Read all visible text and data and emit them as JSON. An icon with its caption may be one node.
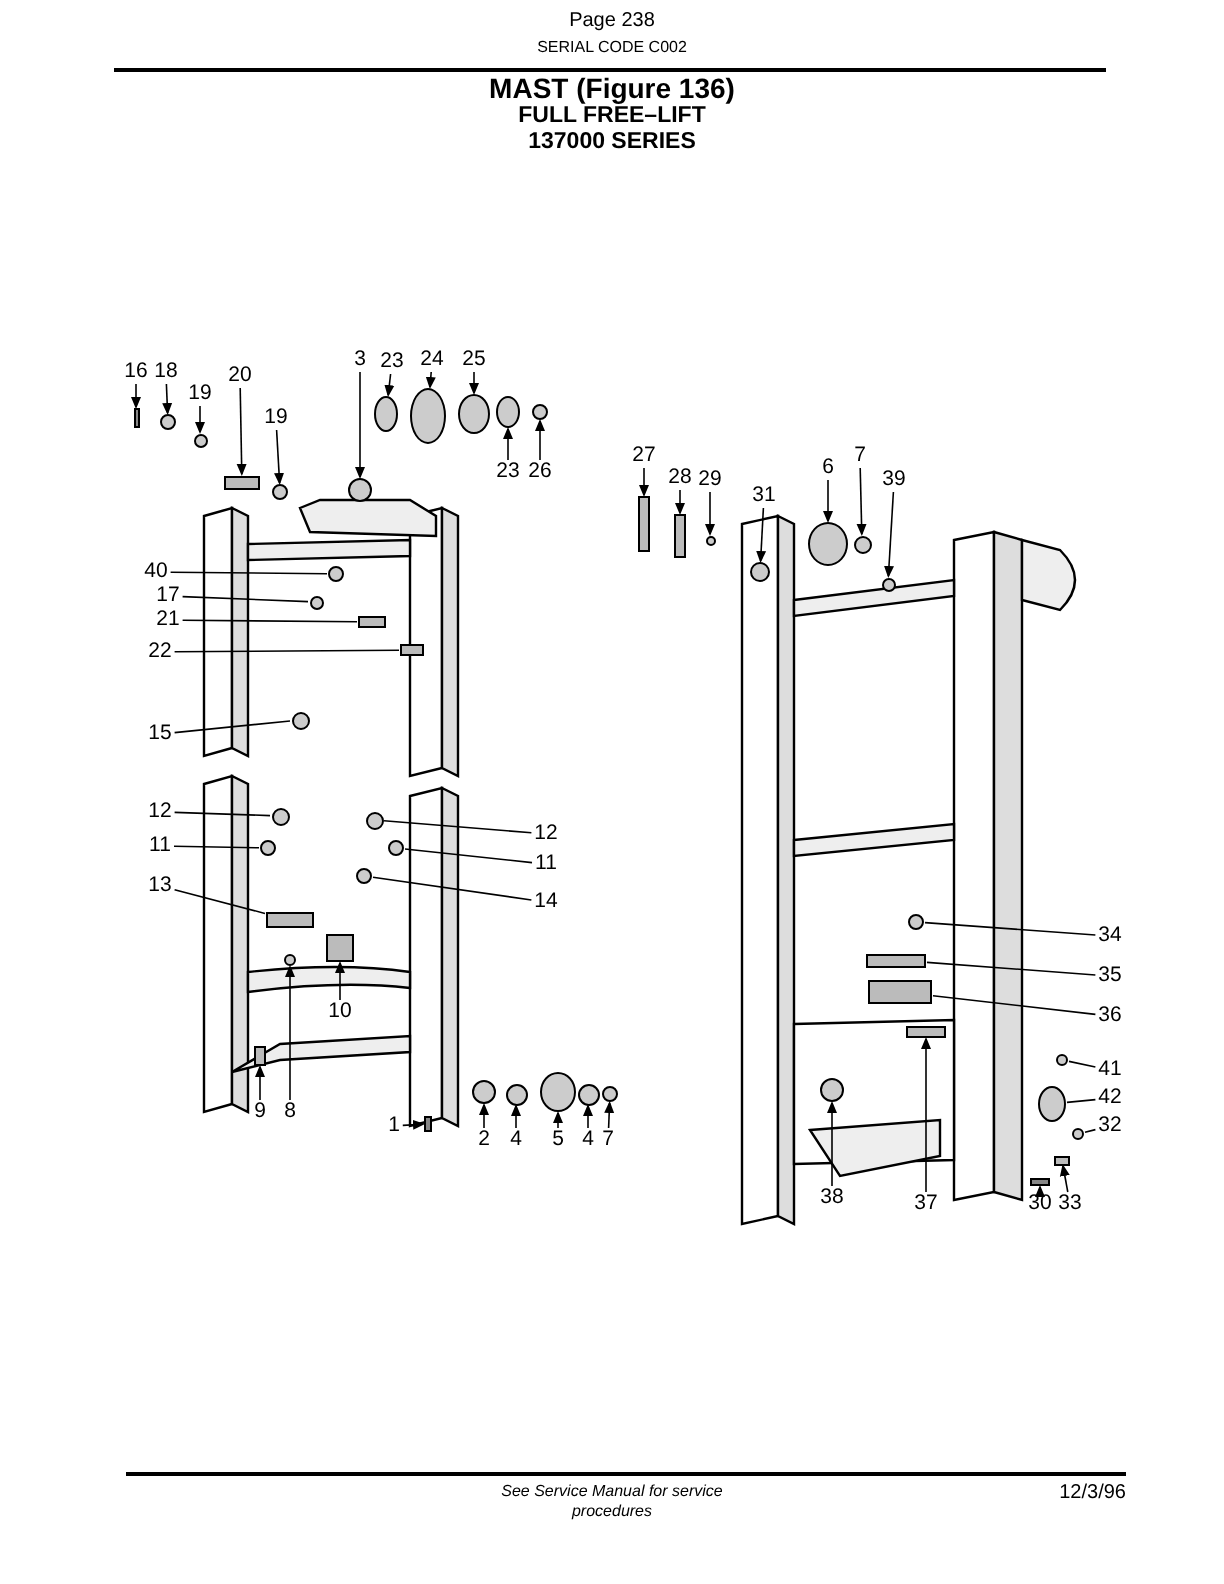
{
  "diagram": {
    "title": "MAST (Figure 136)",
    "nodes": [
      {
        "text": [
          "16"
        ]
      },
      {
        "text": [
          "18"
        ]
      },
      {
        "text": [
          "19"
        ]
      },
      {
        "text": [
          "20"
        ]
      },
      {
        "text": [
          "19"
        ]
      },
      {
        "text": [
          "3"
        ]
      },
      {
        "text": [
          "23"
        ]
      },
      {
        "text": [
          "24"
        ]
      },
      {
        "text": [
          "25"
        ]
      },
      {
        "text": [
          "23"
        ]
      },
      {
        "text": [
          "26"
        ]
      },
      {
        "text": [
          "40"
        ]
      },
      {
        "text": [
          "17"
        ]
      },
      {
        "text": [
          "21"
        ]
      },
      {
        "text": [
          "22"
        ]
      },
      {
        "text": [
          "15"
        ]
      },
      {
        "text": [
          "12"
        ]
      },
      {
        "text": [
          "11"
        ]
      },
      {
        "text": [
          "13"
        ]
      },
      {
        "text": [
          "12"
        ]
      },
      {
        "text": [
          "11"
        ]
      },
      {
        "text": [
          "14"
        ]
      },
      {
        "text": [
          "10"
        ]
      },
      {
        "text": [
          "9"
        ]
      },
      {
        "text": [
          "8"
        ]
      },
      {
        "text": [
          "1"
        ]
      },
      {
        "text": [
          "2"
        ]
      },
      {
        "text": [
          "4"
        ]
      },
      {
        "text": [
          "5"
        ]
      },
      {
        "text": [
          "4"
        ]
      },
      {
        "text": [
          "7"
        ]
      },
      {
        "text": [
          "27"
        ]
      },
      {
        "text": [
          "28"
        ]
      },
      {
        "text": [
          "29"
        ]
      },
      {
        "text": [
          "31"
        ]
      },
      {
        "text": [
          "6"
        ]
      },
      {
        "text": [
          "7"
        ]
      },
      {
        "text": [
          "39"
        ]
      },
      {
        "text": [
          "34"
        ]
      },
      {
        "text": [
          "35"
        ]
      },
      {
        "text": [
          "36"
        ]
      },
      {
        "text": [
          "41"
        ]
      },
      {
        "text": [
          "42"
        ]
      },
      {
        "text": [
          "32"
        ]
      },
      {
        "text": [
          "38"
        ]
      },
      {
        "text": [
          "37"
        ]
      },
      {
        "text": [
          "30"
        ]
      },
      {
        "text": [
          "33"
        ]
      },
      {
        "text": [],
        "shape": "bar"
      },
      {
        "text": [],
        "shape": "circle"
      },
      {
        "text": [],
        "shape": "circle"
      },
      {
        "text": [],
        "shape": "box"
      },
      {
        "text": [],
        "shape": "circle"
      },
      {
        "text": [],
        "shape": "circle"
      },
      {
        "text": [],
        "shape": "circle"
      },
      {
        "text": [],
        "shape": "circle"
      },
      {
        "text": [],
        "shape": "circle"
      },
      {
        "text": [],
        "shape": "circle"
      },
      {
        "text": [],
        "shape": "circle"
      },
      {
        "text": [],
        "shape": "circle"
      },
      {
        "text": [],
        "shape": "circle"
      },
      {
        "text": [],
        "shape": "box"
      },
      {
        "text": [],
        "shape": "box"
      },
      {
        "text": [],
        "shape": "circle"
      },
      {
        "text": [],
        "shape": "circle"
      },
      {
        "text": [],
        "shape": "circle"
      },
      {
        "text": [],
        "shape": "box"
      },
      {
        "text": [],
        "shape": "circle"
      },
      {
        "text": [],
        "shape": "circle"
      },
      {
        "text": [],
        "shape": "circle"
      },
      {
        "text": [],
        "shape": "box"
      },
      {
        "text": [],
        "shape": "box"
      },
      {
        "text": [],
        "shape": "circle"
      },
      {
        "text": [],
        "shape": "bar"
      },
      {
        "text": [],
        "shape": "circle"
      },
      {
        "text": [],
        "shape": "circle"
      },
      {
        "text": [],
        "shape": "circle"
      },
      {
        "text": [],
        "shape": "circle"
      },
      {
        "text": [],
        "shape": "circle"
      },
      {
        "text": [],
        "shape": "box"
      },
      {
        "text": [],
        "shape": "box"
      },
      {
        "text": [],
        "shape": "circle"
      },
      {
        "text": [],
        "shape": "circle"
      },
      {
        "text": [],
        "shape": "circle"
      },
      {
        "text": [],
        "shape": "circle"
      },
      {
        "text": [],
        "shape": "circle"
      },
      {
        "text": [],
        "shape": "circle"
      },
      {
        "text": [],
        "shape": "box"
      },
      {
        "text": [],
        "shape": "box"
      },
      {
        "text": [],
        "shape": "circle"
      },
      {
        "text": [],
        "shape": "circle"
      },
      {
        "text": [],
        "shape": "circle"
      },
      {
        "text": [],
        "shape": "circle"
      },
      {
        "text": [],
        "shape": "box"
      },
      {
        "text": [],
        "shape": "bar"
      },
      {
        "text": [],
        "shape": "box"
      }
    ],
    "edges": [
      {
        "from": 0,
        "to": 48,
        "arrow": "to"
      },
      {
        "from": 1,
        "to": 49,
        "arrow": "to"
      },
      {
        "from": 2,
        "to": 50,
        "arrow": "to"
      },
      {
        "from": 3,
        "to": 51,
        "arrow": "to"
      },
      {
        "from": 4,
        "to": 52,
        "arrow": "to"
      },
      {
        "from": 5,
        "to": 53,
        "arrow": "to"
      },
      {
        "from": 6,
        "to": 54,
        "arrow": "to"
      },
      {
        "from": 7,
        "to": 55,
        "arrow": "to"
      },
      {
        "from": 8,
        "to": 56,
        "arrow": "to"
      },
      {
        "from": 9,
        "to": 57,
        "arrow": "to"
      },
      {
        "from": 10,
        "to": 58,
        "arrow": "to"
      },
      {
        "from": 11,
        "to": 59,
        "arrow": "none"
      },
      {
        "from": 12,
        "to": 60,
        "arrow": "none"
      },
      {
        "from": 13,
        "to": 61,
        "arrow": "none"
      },
      {
        "from": 14,
        "to": 62,
        "arrow": "none"
      },
      {
        "from": 15,
        "to": 63,
        "arrow": "none"
      },
      {
        "from": 16,
        "to": 64,
        "arrow": "none"
      },
      {
        "from": 17,
        "to": 65,
        "arrow": "none"
      },
      {
        "from": 18,
        "to": 66,
        "arrow": "none"
      },
      {
        "from": 19,
        "to": 67,
        "arrow": "none"
      },
      {
        "from": 20,
        "to": 68,
        "arrow": "none"
      },
      {
        "from": 21,
        "to": 69,
        "arrow": "none"
      },
      {
        "from": 22,
        "to": 70,
        "arrow": "to"
      },
      {
        "from": 23,
        "to": 71,
        "arrow": "to"
      },
      {
        "from": 24,
        "to": 72,
        "arrow": "to"
      },
      {
        "from": 25,
        "to": 73,
        "arrow": "to"
      },
      {
        "from": 26,
        "to": 74,
        "arrow": "to"
      },
      {
        "from": 27,
        "to": 75,
        "arrow": "to"
      },
      {
        "from": 28,
        "to": 76,
        "arrow": "to"
      },
      {
        "from": 29,
        "to": 77,
        "arrow": "to"
      },
      {
        "from": 30,
        "to": 78,
        "arrow": "to"
      },
      {
        "from": 31,
        "to": 79,
        "arrow": "to"
      },
      {
        "from": 32,
        "to": 80,
        "arrow": "to"
      },
      {
        "from": 33,
        "to": 81,
        "arrow": "to"
      },
      {
        "from": 34,
        "to": 82,
        "arrow": "to"
      },
      {
        "from": 35,
        "to": 83,
        "arrow": "to"
      },
      {
        "from": 36,
        "to": 84,
        "arrow": "to"
      },
      {
        "from": 37,
        "to": 85,
        "arrow": "to"
      },
      {
        "from": 38,
        "to": 86,
        "arrow": "none"
      },
      {
        "from": 39,
        "to": 87,
        "arrow": "none"
      },
      {
        "from": 40,
        "to": 88,
        "arrow": "none"
      },
      {
        "from": 41,
        "to": 89,
        "arrow": "none"
      },
      {
        "from": 42,
        "to": 90,
        "arrow": "none"
      },
      {
        "from": 43,
        "to": 91,
        "arrow": "none"
      },
      {
        "from": 44,
        "to": 92,
        "arrow": "to"
      },
      {
        "from": 45,
        "to": 93,
        "arrow": "to"
      },
      {
        "from": 46,
        "to": 94,
        "arrow": "to"
      },
      {
        "from": 47,
        "to": 95,
        "arrow": "to"
      }
    ],
    "labels": [
      "Page 238",
      "SERIAL CODE C002",
      "FULL FREE–LIFT",
      "137000 SERIES",
      "See Service Manual for service procedures",
      "12/3/96"
    ]
  }
}
